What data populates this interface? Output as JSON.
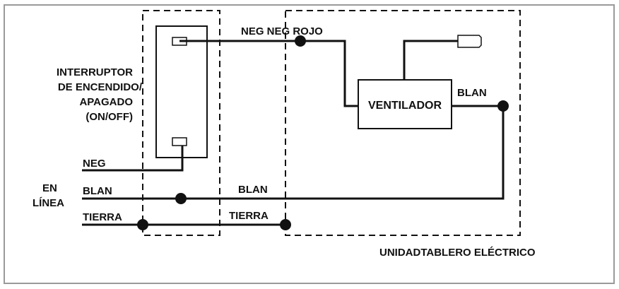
{
  "colors": {
    "ink": "#111111",
    "frame": "#9a9a9a",
    "background": "#ffffff"
  },
  "labels": {
    "switch_line1": "INTERRUPTOR",
    "switch_line2": "DE ENCENDIDO/",
    "switch_line3": "APAGADO",
    "switch_line4": "(ON/OFF)",
    "wire_black_left": "NEG",
    "wire_white_left": "BLAN",
    "wire_ground_left": "TIERRA",
    "line_in_1": "EN",
    "line_in_2": "LÍNEA",
    "wire_top": "NEG NEG ROJO",
    "fan": "VENTILADOR",
    "wire_fan_white": "BLAN",
    "wire_white_mid": "BLAN",
    "wire_ground_mid": "TIERRA",
    "panel_caption": "UNIDADTABLERO ELÉCTRICO"
  },
  "icons": {
    "wire_cap": "wire-nut-icon",
    "junction": "junction-dot-icon"
  }
}
